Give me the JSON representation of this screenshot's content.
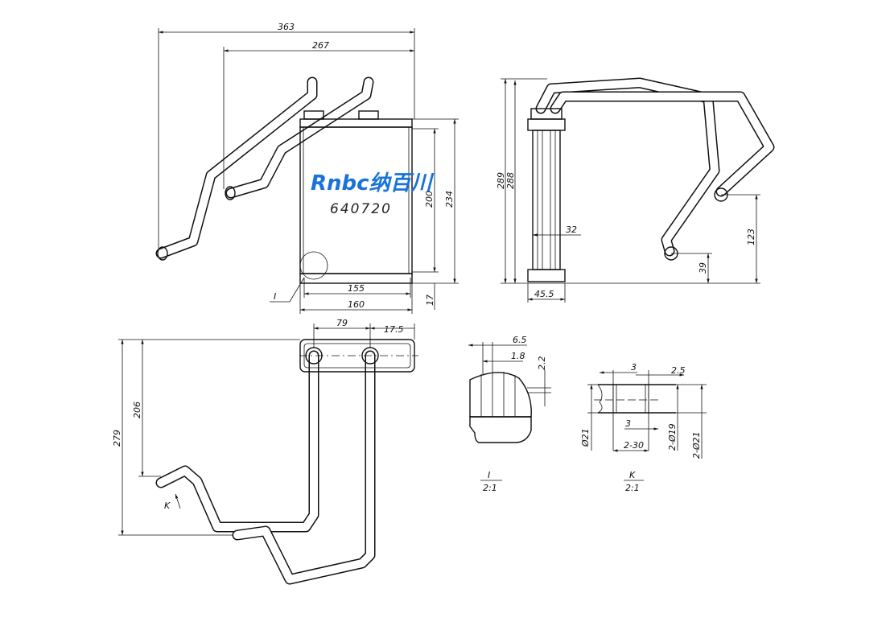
{
  "logo": {
    "brand": "Rnbc纳百川",
    "brand_color": "#1a73d8"
  },
  "part_number": "640720",
  "front_view": {
    "dim_overall_width": "363",
    "dim_pipe_span": "267",
    "dim_core_height": "200",
    "dim_total_height": "234",
    "dim_core_width": "155",
    "dim_total_width": "160",
    "dim_bottom": "17",
    "detail_marker": "I"
  },
  "side_view": {
    "dim_height_a": "289",
    "dim_height_b": "288",
    "dim_core_depth": "32",
    "dim_tank_depth": "45.5",
    "dim_outlet_height": "123",
    "dim_inlet_height": "39"
  },
  "bottom_view": {
    "dim_pipe_pitch": "79",
    "dim_pipe_offset": "17.5",
    "dim_depth_a": "206",
    "dim_depth_b": "279",
    "view_marker": "K"
  },
  "detail_i": {
    "dim_a": "6.5",
    "dim_b": "1.8",
    "dim_c": "2.2",
    "label": "I",
    "scale": "2:1"
  },
  "detail_k": {
    "dim_bead_a": "3",
    "dim_bead_b": "2.5",
    "dim_bead_c": "3",
    "dim_dia": "Ø21",
    "dim_len": "2-30",
    "dim_dia_inner": "2-Ø19",
    "dim_dia_outer": "2-Ø21",
    "label": "K",
    "scale": "2:1"
  }
}
